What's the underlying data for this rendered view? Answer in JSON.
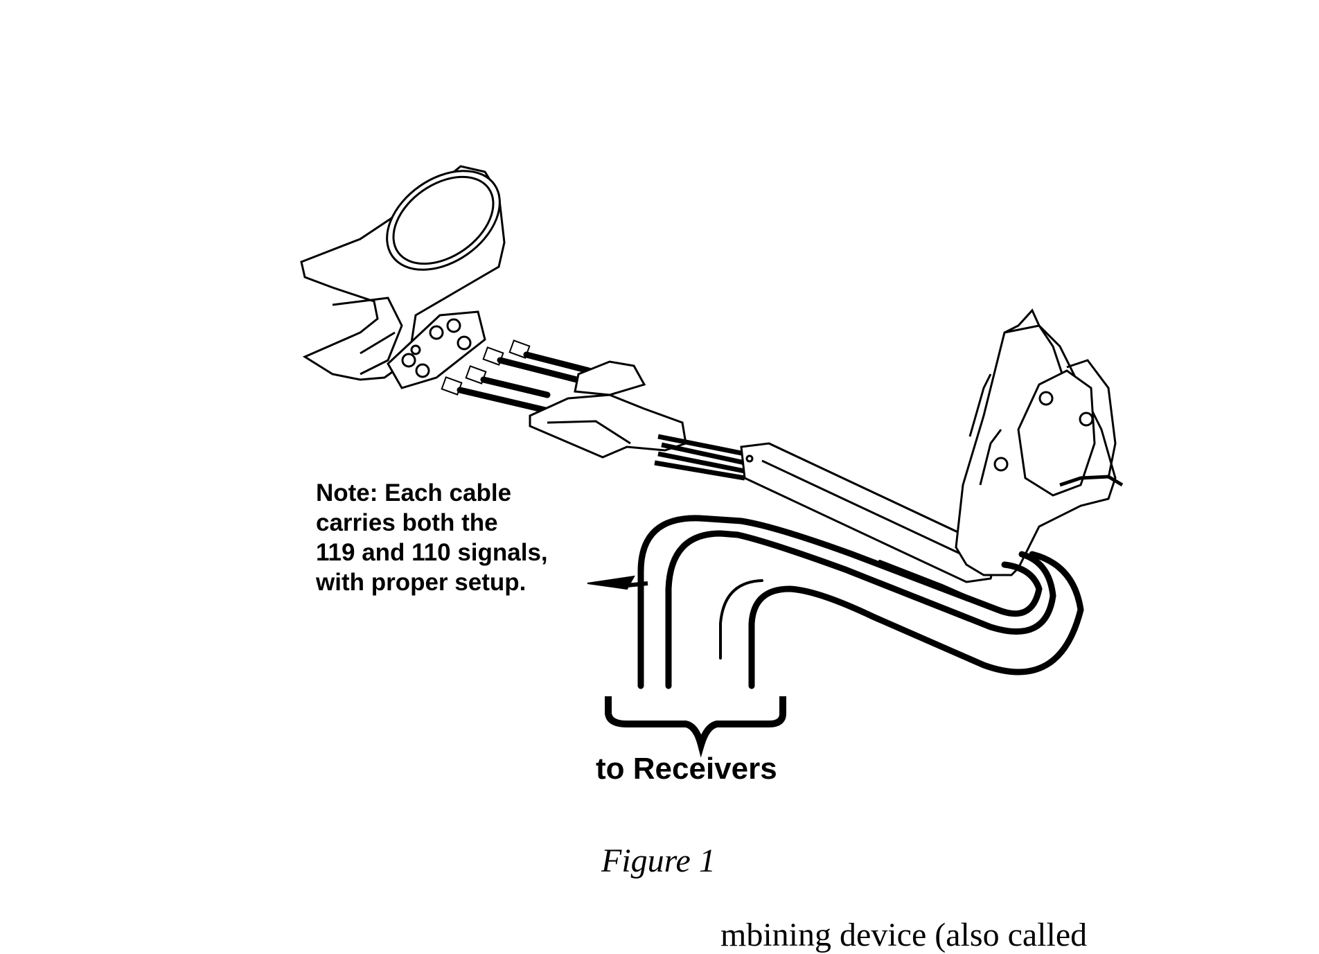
{
  "note": {
    "line1": "Note:  Each cable",
    "line2": "carries both the",
    "line3": "119 and 110 signals,",
    "line4": "with proper setup."
  },
  "receivers_label": "to Receivers",
  "caption": "Figure 1",
  "bottom_text": "mbining device (also called"
}
